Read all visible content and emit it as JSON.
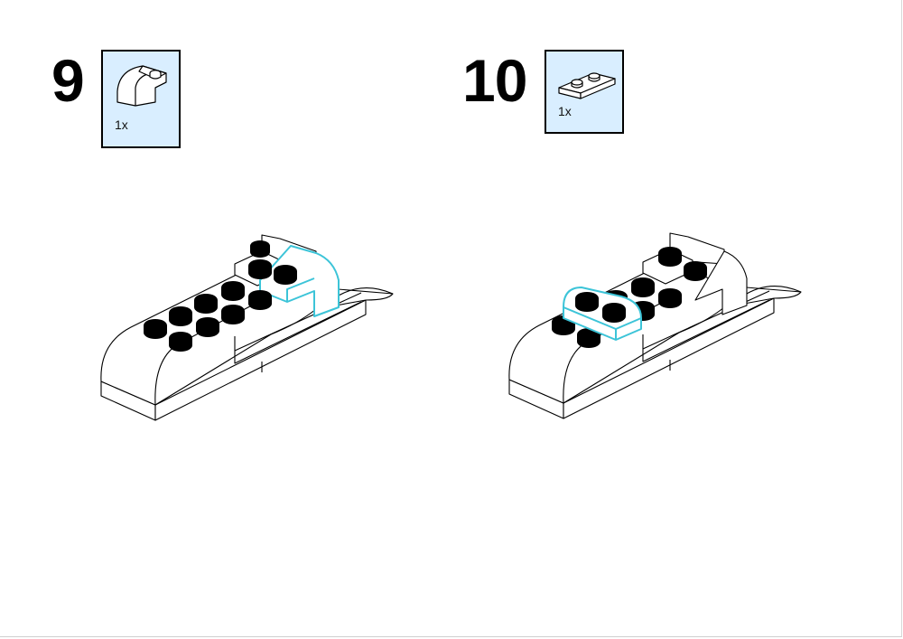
{
  "steps": [
    {
      "number": "9",
      "parts": [
        {
          "quantity": "1x",
          "part_icon": "curved-slope-brick-icon"
        }
      ]
    },
    {
      "number": "10",
      "parts": [
        {
          "quantity": "1x",
          "part_icon": "plate-1x2-icon"
        }
      ]
    }
  ],
  "colors": {
    "part_box_fill": "#d9eeff",
    "highlight": "#3cc4d8",
    "outline": "#000000",
    "stud": "#000000"
  }
}
